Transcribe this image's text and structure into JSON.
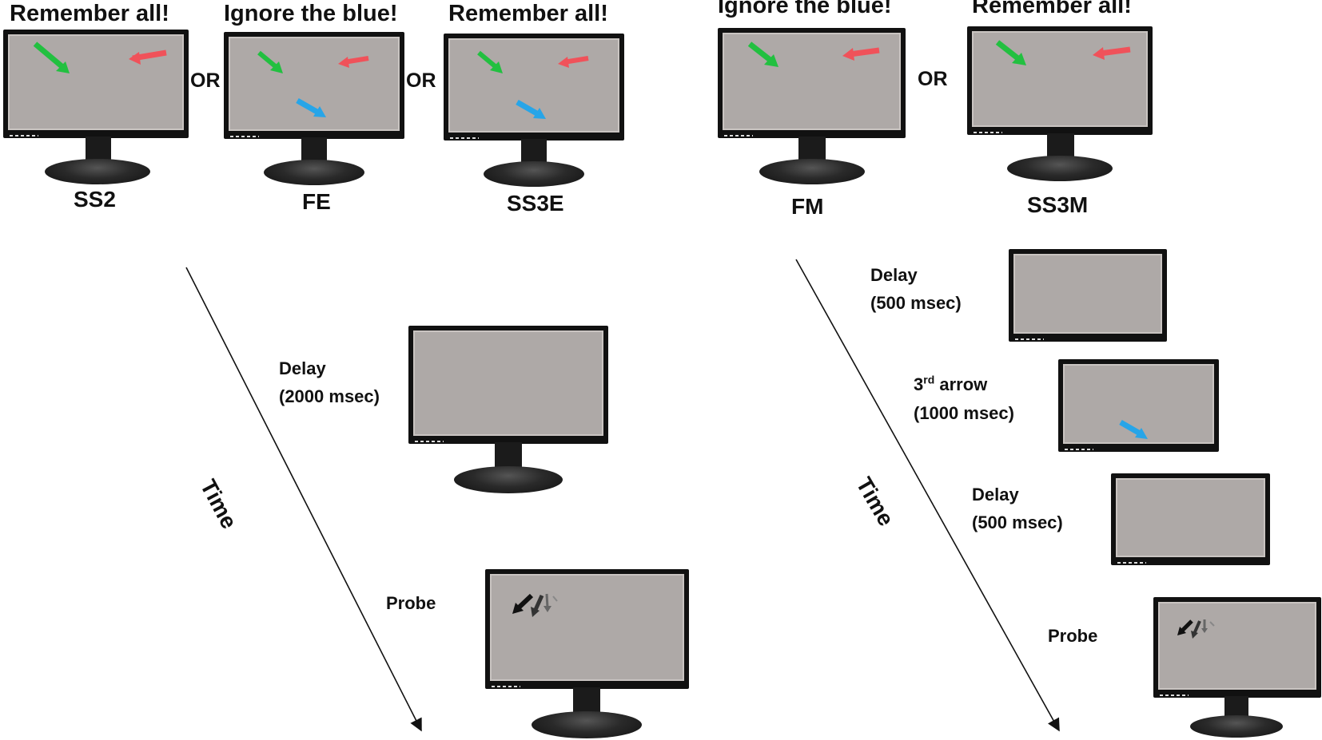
{
  "left_panel": {
    "headers": [
      "Remember all!",
      "Ignore the blue!",
      "Remember all!"
    ],
    "conditions": [
      "SS2",
      "FE",
      "SS3E"
    ],
    "or_label": "OR",
    "delay_label": "Delay",
    "delay_duration": "(2000 msec)",
    "probe_label": "Probe",
    "time_label": "Time"
  },
  "right_panel": {
    "headers": [
      "Ignore the blue!",
      "Remember all!"
    ],
    "conditions": [
      "FM",
      "SS3M"
    ],
    "or_label": "OR",
    "delay1_label": "Delay",
    "delay1_duration": "(500 msec)",
    "third_arrow_num": "3",
    "third_arrow_sup": "rd",
    "third_arrow_text": "arrow",
    "third_arrow_duration": "(1000 msec)",
    "delay2_label": "Delay",
    "delay2_duration": "(500 msec)",
    "probe_label": "Probe",
    "time_label": "Time"
  },
  "colors": {
    "green_arrow": "#22c040",
    "red_arrow": "#f0525a",
    "blue_arrow": "#27a5e8",
    "screen_gray": "#aea9a7",
    "bezel": "#111111"
  },
  "icons": [
    "monitor-icon",
    "green-arrow-icon",
    "red-arrow-icon",
    "blue-arrow-icon",
    "probe-arrows-icon"
  ]
}
